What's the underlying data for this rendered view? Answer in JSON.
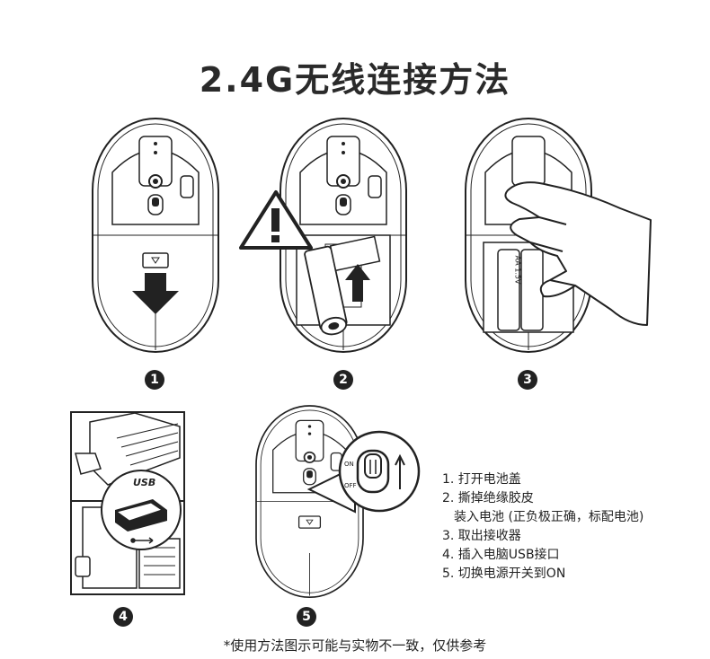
{
  "title": "2.4G无线连接方法",
  "badges": [
    "1",
    "2",
    "3",
    "4",
    "5"
  ],
  "labels": {
    "usb": "USB",
    "on": "ON",
    "off": "OFF",
    "battery_label": "AA 1.5V"
  },
  "steps": [
    "1. 打开电池盖",
    "2. 撕掉绝缘胶皮",
    "装入电池 (正负极正确，标配电池)",
    "3. 取出接收器",
    "4. 插入电脑USB接口",
    "5. 切换电源开关到ON"
  ],
  "footnote": "*使用方法图示可能与实物不一致，仅供参考"
}
